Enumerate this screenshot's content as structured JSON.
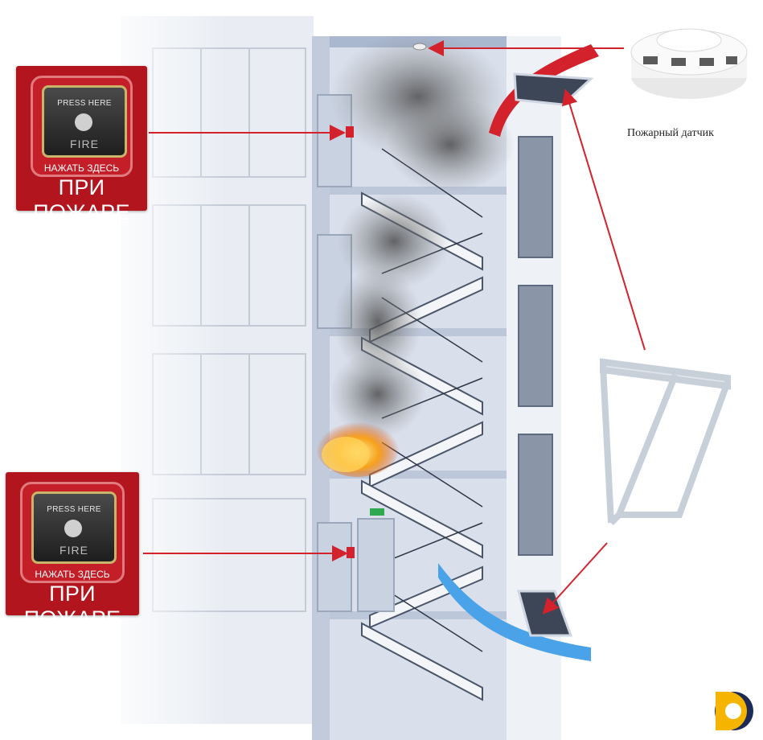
{
  "callpoint_top": {
    "press_label": "PRESS HERE",
    "fire_label": "FIRE",
    "ru_small": "НАЖАТЬ ЗДЕСЬ",
    "ru_large": "ПРИ ПОЖАРЕ"
  },
  "callpoint_bottom": {
    "press_label": "PRESS HERE",
    "fire_label": "FIRE",
    "ru_small": "НАЖАТЬ ЗДЕСЬ",
    "ru_large": "ПРИ ПОЖАРЕ"
  },
  "smoke_detector": {
    "label": "Пожарный датчик"
  },
  "colors": {
    "arrow": "#d3222c",
    "callbox_red": "#b3151f",
    "building_wall": "#e6ebf2",
    "stair_blue": "#9aa9c4",
    "airflow": "#4aa3e8",
    "fire": "#f39a1a",
    "smoke": "#6f6f6f",
    "logo_yellow": "#f4b400",
    "logo_navy": "#1d2b57"
  }
}
